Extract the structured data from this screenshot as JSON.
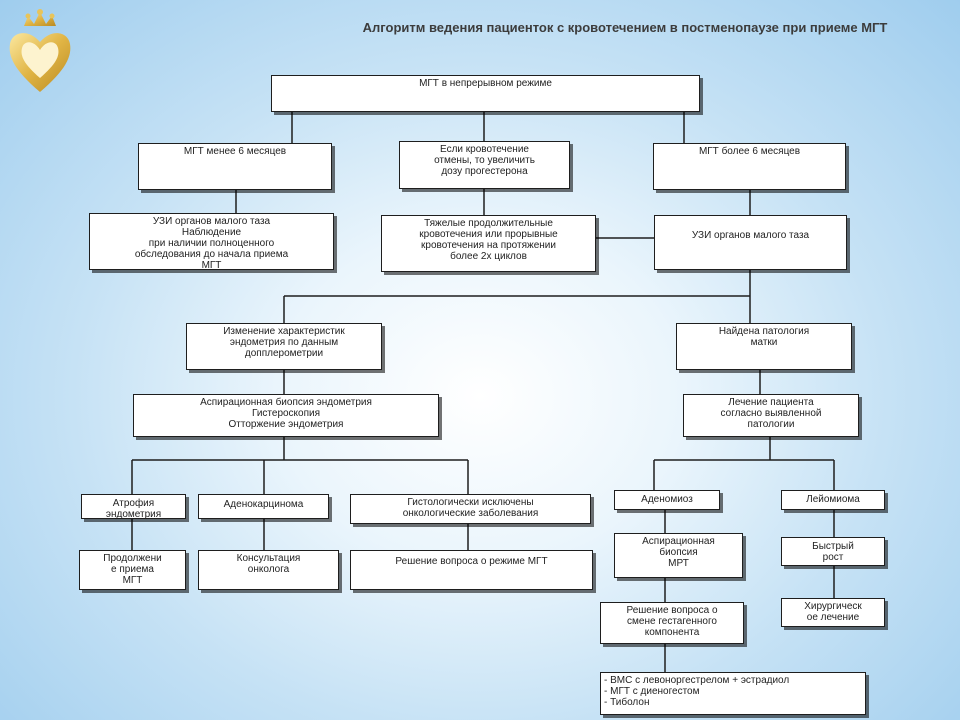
{
  "title": "Алгоритм ведения пациенток с кровотечением в постменопаузе при приеме МГТ",
  "nodes": {
    "root": "МГТ в непрерывном режиме",
    "less6": "МГТ  менее 6 месяцев",
    "bleeding": "Если кровотечение\nотмены, то увеличить\nдозу прогестерона",
    "more6": "МГТ более 6 месяцев",
    "usg_left": "УЗИ органов малого таза\nНаблюдение\nпри наличии полноценного\nобследования до начала приема\nМГТ",
    "prolonged": "Тяжелые продолжительные\nкровотечения или прорывные\nкровотечения на протяжении\nболее 2х циклов",
    "usg_right": "УЗИ органов малого таза",
    "endometrium": "Изменение характеристик\nэндометрия по данным\nдопплерометрии",
    "pathology": "Найдена патология\nматки",
    "biopsy": "Аспирационная биопсия эндометрия\nГистероскопия\nОтторжение эндометрия",
    "treatment": "Лечение пациента\nсогласно выявленной\nпатологии",
    "atrophy": "Атрофия\nэндометрия",
    "adenocarcinoma": "Аденокарцинома",
    "histology": "Гистологически исключены\nонкологические заболевания",
    "adenomyosis": "Аденомиоз",
    "leiomyoma": "Лейомиома",
    "continue": "Продолжени\nе приема\nМГТ",
    "oncologist": "Консультация\nонколога",
    "decision_mode": "Решение вопроса о режиме МГТ",
    "asp_biopsy": "Аспирационная\nбиопсия\nМРТ",
    "fast_growth": "Быстрый\nрост",
    "gestagen": "Решение вопроса о\nсмене гестагенного\nкомпонента",
    "surgery": "Хирургическ\nое лечение",
    "options": "- ВМС с левоноргестрелом + эстрадиол\n- МГТ с диеногестом\n- Тиболон"
  }
}
